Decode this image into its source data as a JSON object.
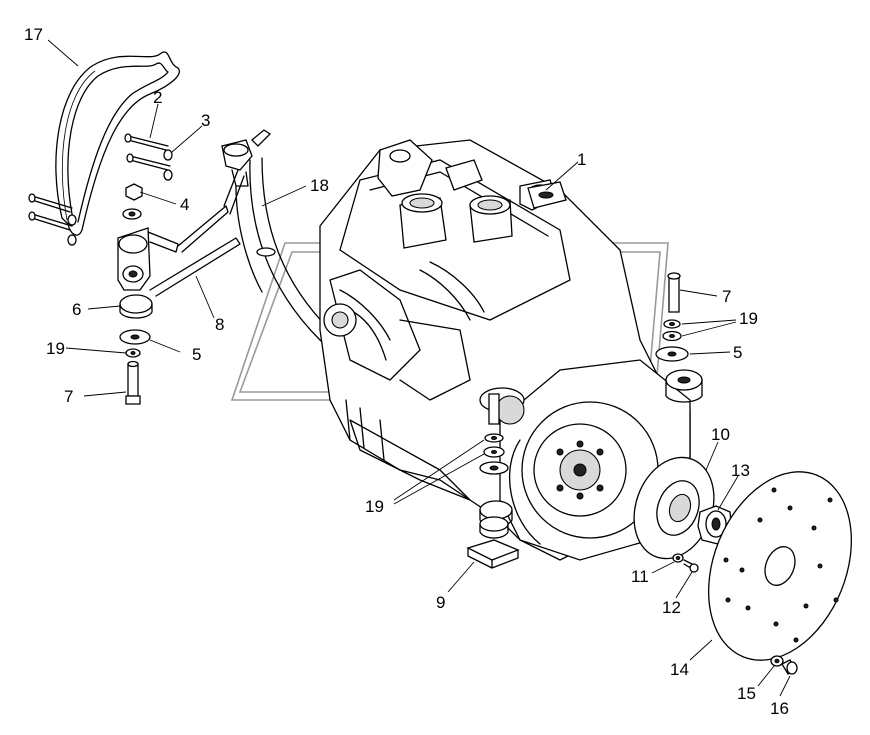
{
  "callouts": [
    {
      "id": "1",
      "text": "1"
    },
    {
      "id": "2",
      "text": "2"
    },
    {
      "id": "3",
      "text": "3"
    },
    {
      "id": "4",
      "text": "4"
    },
    {
      "id": "5a",
      "text": "5"
    },
    {
      "id": "5b",
      "text": "5"
    },
    {
      "id": "6",
      "text": "6"
    },
    {
      "id": "7a",
      "text": "7"
    },
    {
      "id": "7b",
      "text": "7"
    },
    {
      "id": "8",
      "text": "8"
    },
    {
      "id": "9",
      "text": "9"
    },
    {
      "id": "10",
      "text": "10"
    },
    {
      "id": "11",
      "text": "11"
    },
    {
      "id": "12",
      "text": "12"
    },
    {
      "id": "13",
      "text": "13"
    },
    {
      "id": "14",
      "text": "14"
    },
    {
      "id": "15",
      "text": "15"
    },
    {
      "id": "16",
      "text": "16"
    },
    {
      "id": "17",
      "text": "17"
    },
    {
      "id": "18",
      "text": "18"
    },
    {
      "id": "19a",
      "text": "19"
    },
    {
      "id": "19b",
      "text": "19"
    },
    {
      "id": "19c",
      "text": "19"
    }
  ]
}
